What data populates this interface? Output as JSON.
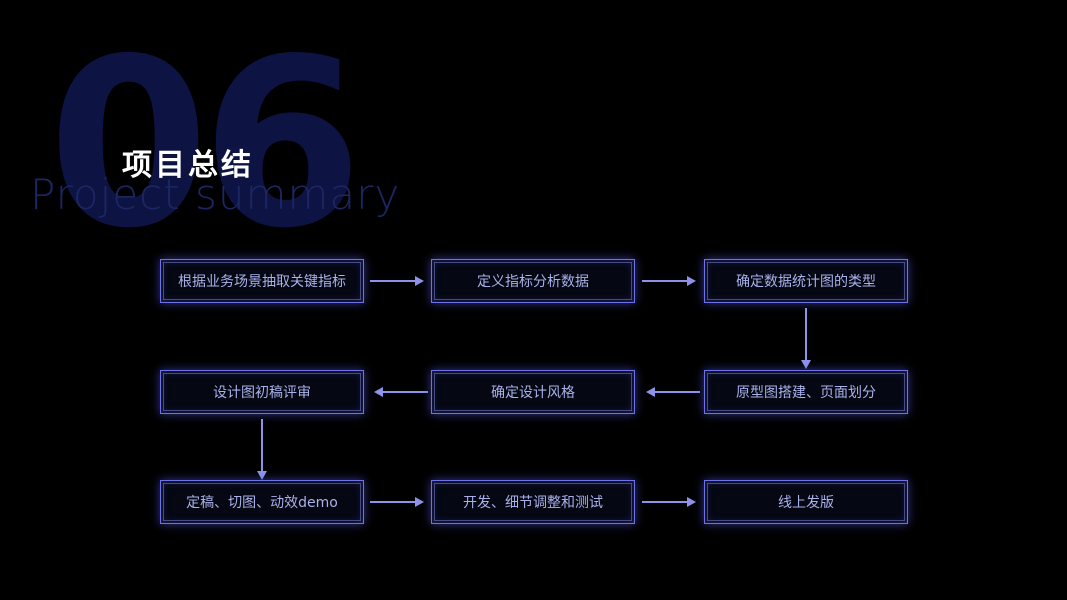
{
  "slide": {
    "section_number": "06",
    "title": "项目总结",
    "subtitle": "Project summary"
  },
  "flowchart": {
    "nodes": [
      {
        "id": "n1",
        "label": "根据业务场景抽取关键指标"
      },
      {
        "id": "n2",
        "label": "定义指标分析数据"
      },
      {
        "id": "n3",
        "label": "确定数据统计图的类型"
      },
      {
        "id": "n4",
        "label": "设计图初稿评审"
      },
      {
        "id": "n5",
        "label": "确定设计风格"
      },
      {
        "id": "n6",
        "label": "原型图搭建、页面划分"
      },
      {
        "id": "n7",
        "label": "定稿、切图、动效demo"
      },
      {
        "id": "n8",
        "label": "开发、细节调整和测试"
      },
      {
        "id": "n9",
        "label": "线上发版"
      }
    ],
    "flow_order": [
      "n1",
      "n2",
      "n3",
      "n6",
      "n5",
      "n4",
      "n7",
      "n8",
      "n9"
    ]
  },
  "colors": {
    "background": "#000000",
    "box_border": "#6d72e8",
    "box_text": "#a9b1ea",
    "arrow": "#8d93ea",
    "title_text": "#ffffff",
    "subtitle_text": "#1c2663",
    "big_number_text": "#0d1342"
  }
}
